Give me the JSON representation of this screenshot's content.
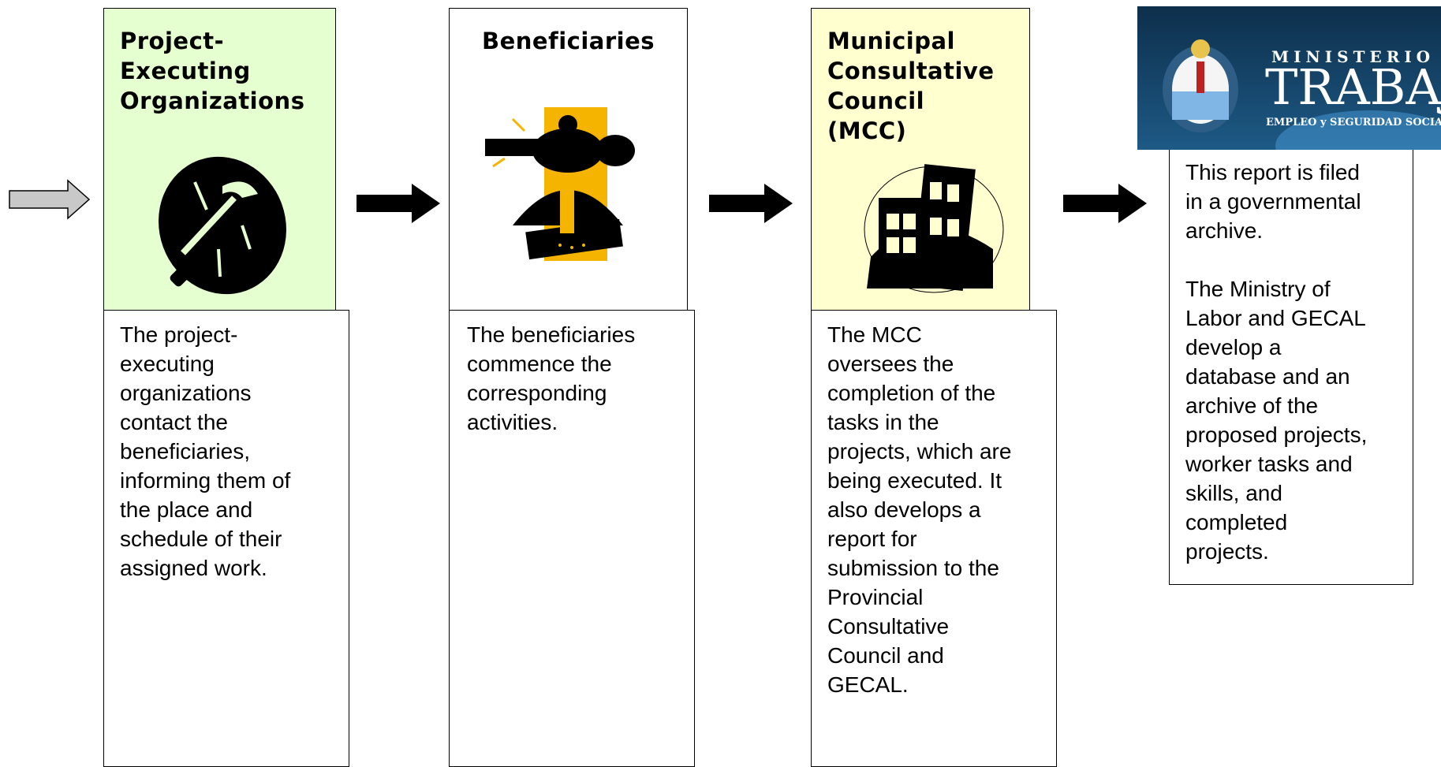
{
  "columns": [
    {
      "title": "Project-\nExecuting\nOrganizations",
      "description": "The project-\nexecuting\norganizations\ncontact the\nbeneficiaries,\ninforming them of\nthe place and\nschedule of their\nassigned work.",
      "header_color": "#e6ffd0",
      "icon": "tools-icon"
    },
    {
      "title": "Beneficiaries",
      "description": "The beneficiaries\ncommence the\ncorresponding\nactivities.",
      "header_color": "#ffffff",
      "icon": "worker-jackhammer-icon"
    },
    {
      "title": "Municipal\nConsultative\nCouncil\n(MCC)",
      "description": "The MCC\noversees the\ncompletion of the\ntasks in the\nprojects, which are\nbeing executed. It\nalso develops a\nreport for\nsubmission to the\nProvincial\nConsultative\nCouncil and\nGECAL.",
      "header_color": "#ffffd0",
      "icon": "buildings-icon"
    }
  ],
  "ministry": {
    "logo_line1": "MINISTERIO de",
    "logo_line2": "TRABAJO",
    "logo_line3": "EMPLEO y SEGURIDAD SOCIAL",
    "description": "This report is filed\nin a governmental\narchive.\n\nThe Ministry of\nLabor and GECAL\ndevelop a\ndatabase and an\narchive of the\nproposed projects,\nworker tasks and\nskills, and\ncompleted\nprojects."
  },
  "colors": {
    "entry_arrow": "#c8c8c8",
    "flow_arrow": "#000000"
  }
}
